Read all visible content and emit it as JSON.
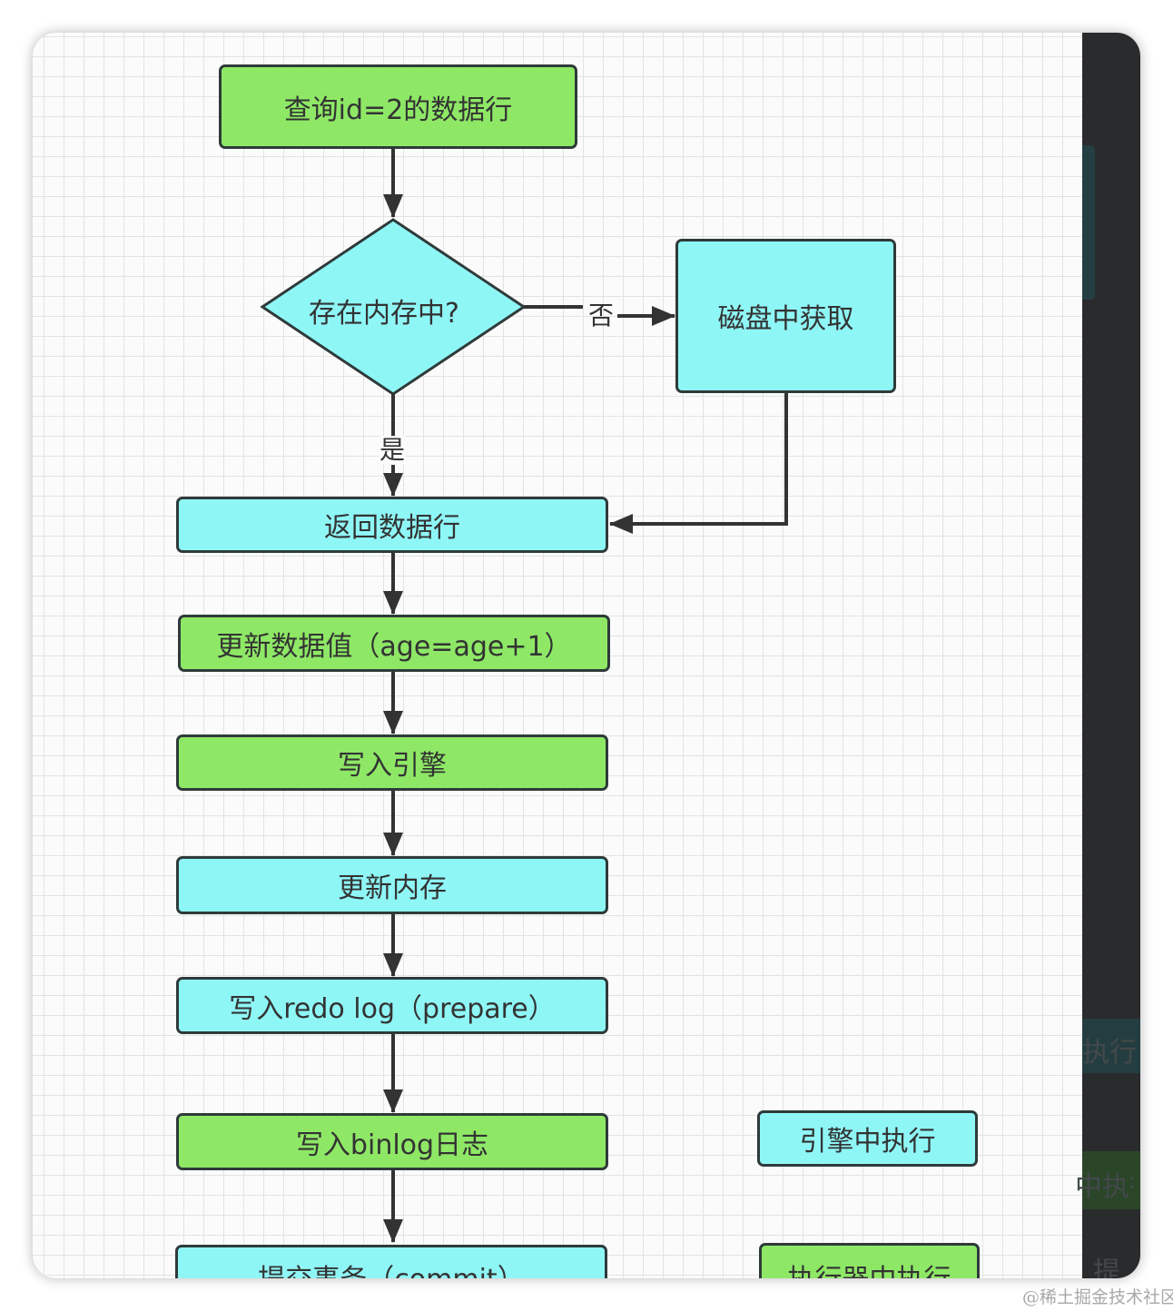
{
  "diagram": {
    "nodes": {
      "start": "查询id=2的数据行",
      "decision": "存在内存中?",
      "disk": "磁盘中获取",
      "return_row": "返回数据行",
      "update_value": "更新数据值（age=age+1）",
      "write_engine": "写入引擎",
      "update_memory": "更新内存",
      "redo_prepare": "写入redo log（prepare）",
      "binlog": "写入binlog日志",
      "commit": "提交事务（commit）"
    },
    "edge_labels": {
      "no": "否",
      "yes": "是"
    },
    "legend": {
      "engine": "引擎中执行",
      "executor": "执行器中执行"
    },
    "right_strip": {
      "ghost_1": "执行",
      "ghost_2": "中执行",
      "ghost_3": "提"
    },
    "colors": {
      "executor_green": "#8ee866",
      "engine_cyan": "#8ff6f6",
      "stroke": "#2f3a3a"
    }
  },
  "watermark": "@稀土掘金技术社区"
}
